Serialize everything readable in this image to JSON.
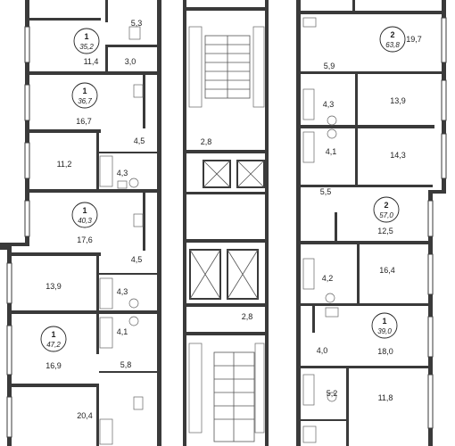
{
  "units": [
    {
      "id": "u1",
      "rooms": "1",
      "area": "35,2"
    },
    {
      "id": "u2",
      "rooms": "1",
      "area": "36,7"
    },
    {
      "id": "u3",
      "rooms": "1",
      "area": "40,3"
    },
    {
      "id": "u4",
      "rooms": "1",
      "area": "47,2"
    },
    {
      "id": "u5",
      "rooms": "2",
      "area": "63,8"
    },
    {
      "id": "u6",
      "rooms": "2",
      "area": "57,0"
    },
    {
      "id": "u7",
      "rooms": "1",
      "area": "39,0"
    }
  ],
  "rooms": [
    {
      "id": "r1",
      "label": "5,3"
    },
    {
      "id": "r2",
      "label": "11,4"
    },
    {
      "id": "r3",
      "label": "3,0"
    },
    {
      "id": "r4",
      "label": "16,7"
    },
    {
      "id": "r5",
      "label": "4,5"
    },
    {
      "id": "r6",
      "label": "11,2"
    },
    {
      "id": "r7",
      "label": "4,3"
    },
    {
      "id": "r8",
      "label": "17,6"
    },
    {
      "id": "r9",
      "label": "4,5"
    },
    {
      "id": "r10",
      "label": "13,9"
    },
    {
      "id": "r11",
      "label": "4,3"
    },
    {
      "id": "r12",
      "label": "4,1"
    },
    {
      "id": "r13",
      "label": "16,9"
    },
    {
      "id": "r14",
      "label": "5,8"
    },
    {
      "id": "r15",
      "label": "20,4"
    },
    {
      "id": "r16",
      "label": "2,8"
    },
    {
      "id": "r17",
      "label": "2,8"
    },
    {
      "id": "r18",
      "label": "19,7"
    },
    {
      "id": "r19",
      "label": "5,9"
    },
    {
      "id": "r20",
      "label": "4,3"
    },
    {
      "id": "r21",
      "label": "13,9"
    },
    {
      "id": "r22",
      "label": "4,1"
    },
    {
      "id": "r23",
      "label": "14,3"
    },
    {
      "id": "r24",
      "label": "5,5"
    },
    {
      "id": "r25",
      "label": "12,5"
    },
    {
      "id": "r26",
      "label": "4,2"
    },
    {
      "id": "r27",
      "label": "16,4"
    },
    {
      "id": "r28",
      "label": "4,0"
    },
    {
      "id": "r29",
      "label": "18,0"
    },
    {
      "id": "r30",
      "label": "5,2"
    },
    {
      "id": "r31",
      "label": "11,8"
    }
  ]
}
